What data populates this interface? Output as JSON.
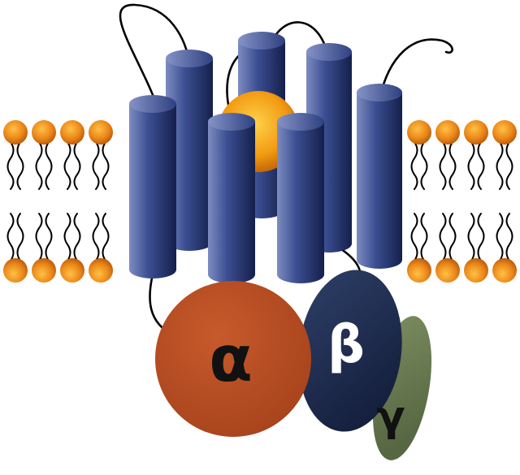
{
  "labels": {
    "alpha_subunit": "α",
    "beta_subunit": "β",
    "gamma_subunit": "γ"
  },
  "colors": {
    "background": "#ffffff",
    "loop_stroke": "#010101",
    "helix_light": "#7d8cc0",
    "helix_mid": "#3c4f93",
    "helix_dark": "#141f4a",
    "helix_cap_light": "#8593c7",
    "helix_cap_dark": "#2e4080",
    "lipid_head_center": "#ffc145",
    "lipid_head_mid": "#ea8618",
    "lipid_head_edge": "#a84a06",
    "ligand_center": "#ffd24a",
    "ligand_mid": "#f29a12",
    "ligand_edge": "#a84c05",
    "alpha_light": "#c75a2b",
    "alpha_dark": "#a3401a",
    "beta_light": "#2e4068",
    "beta_dark": "#141e3c",
    "gamma_light": "#7c8d60",
    "gamma_dark": "#566742",
    "label_dark": "#111111",
    "label_light": "#ffffff"
  }
}
